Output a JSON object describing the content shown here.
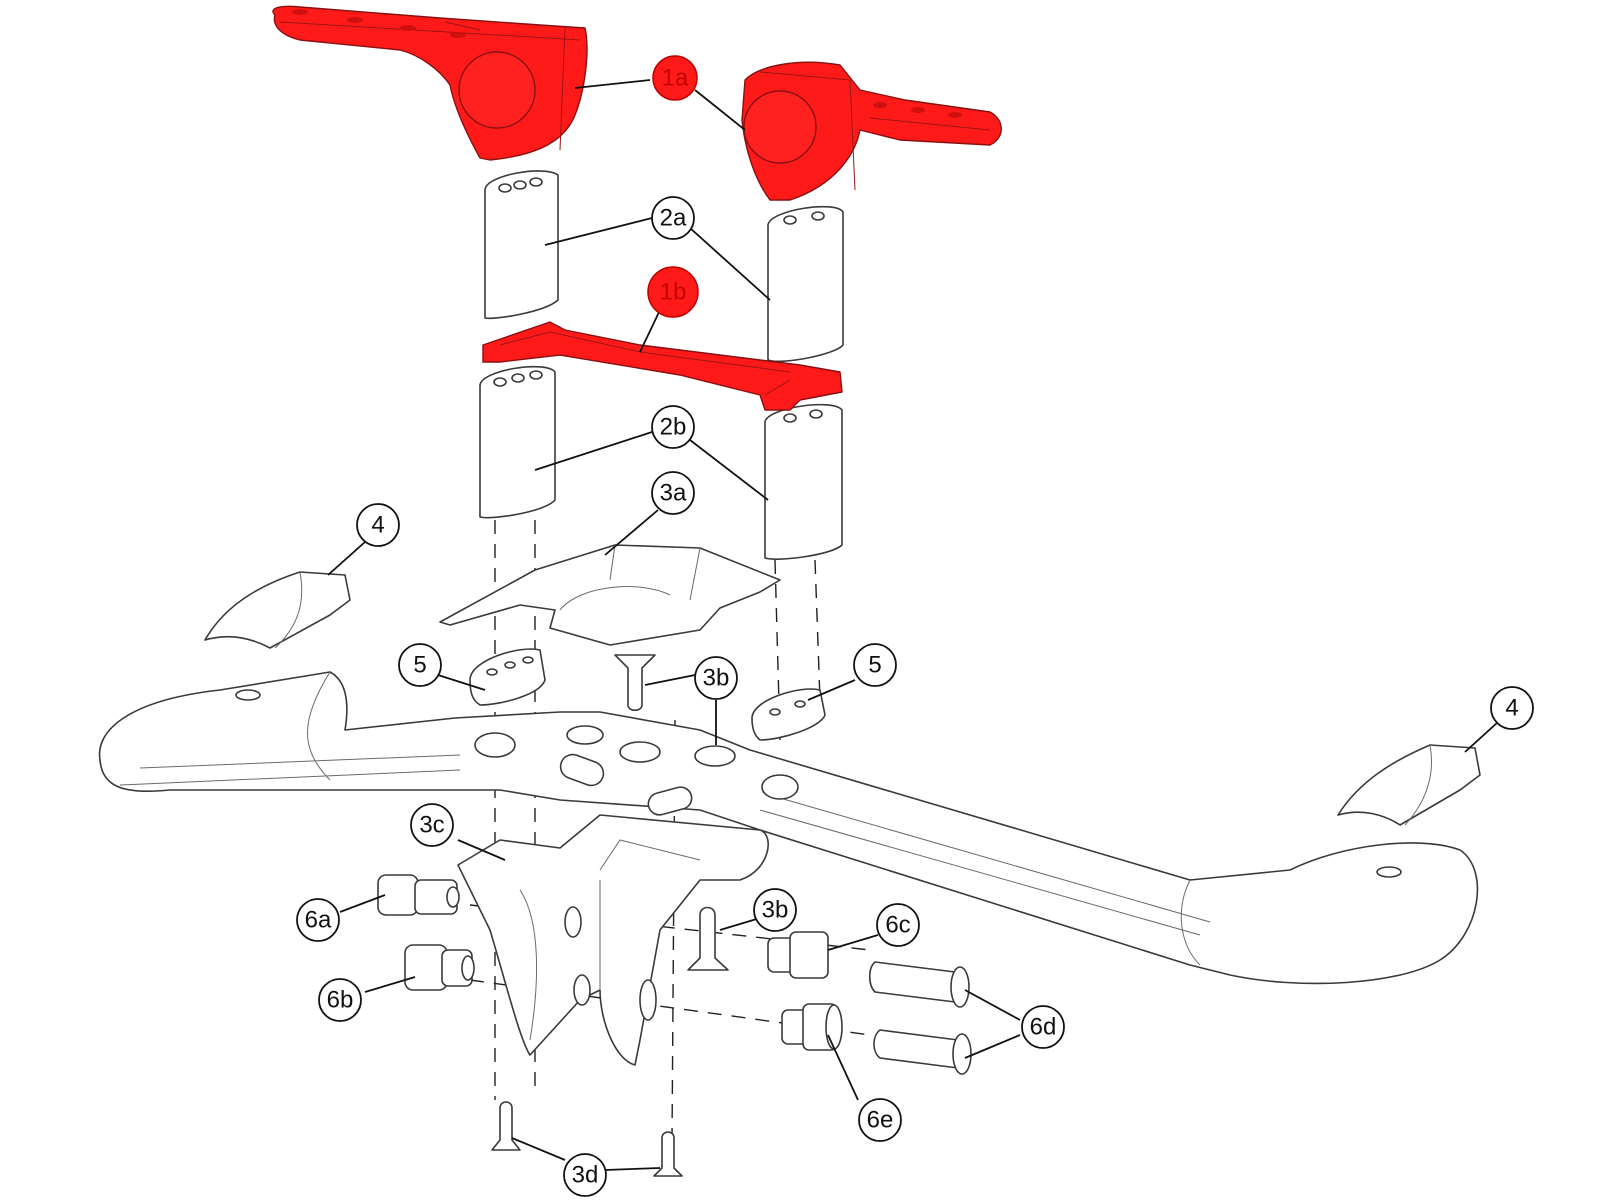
{
  "diagram": {
    "type": "exploded-parts-view",
    "highlight_color": "#ff1a1a",
    "line_color": "#222222",
    "callouts": [
      {
        "id": "1a",
        "label": "1a",
        "highlighted": true
      },
      {
        "id": "1b",
        "label": "1b",
        "highlighted": true
      },
      {
        "id": "2a",
        "label": "2a",
        "highlighted": false
      },
      {
        "id": "2b",
        "label": "2b",
        "highlighted": false
      },
      {
        "id": "3a",
        "label": "3a",
        "highlighted": false
      },
      {
        "id": "3b-top",
        "label": "3b",
        "highlighted": false
      },
      {
        "id": "3b-bottom",
        "label": "3b",
        "highlighted": false
      },
      {
        "id": "3c",
        "label": "3c",
        "highlighted": false
      },
      {
        "id": "3d",
        "label": "3d",
        "highlighted": false
      },
      {
        "id": "4-left",
        "label": "4",
        "highlighted": false
      },
      {
        "id": "4-right",
        "label": "4",
        "highlighted": false
      },
      {
        "id": "5-left",
        "label": "5",
        "highlighted": false
      },
      {
        "id": "5-right",
        "label": "5",
        "highlighted": false
      },
      {
        "id": "6a",
        "label": "6a",
        "highlighted": false
      },
      {
        "id": "6b",
        "label": "6b",
        "highlighted": false
      },
      {
        "id": "6c",
        "label": "6c",
        "highlighted": false
      },
      {
        "id": "6d",
        "label": "6d",
        "highlighted": false
      },
      {
        "id": "6e",
        "label": "6e",
        "highlighted": false
      }
    ]
  }
}
